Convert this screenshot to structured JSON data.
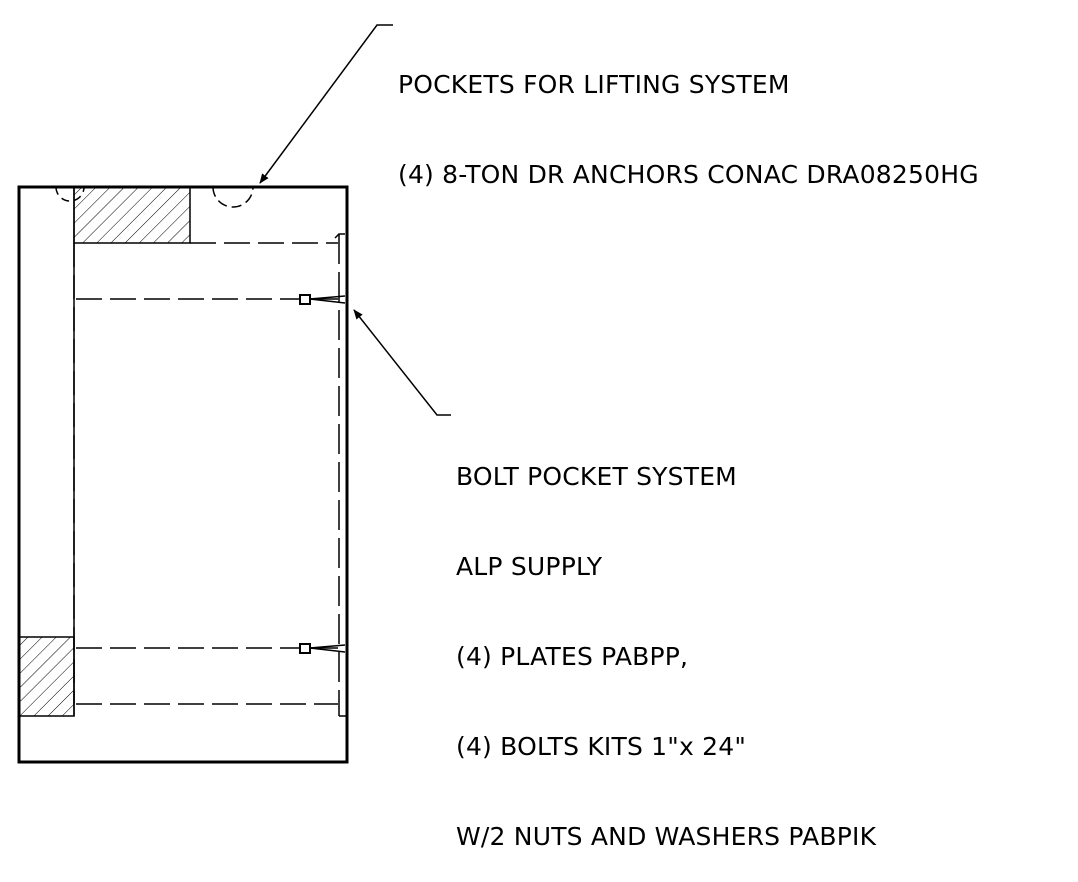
{
  "notes": {
    "lifting": {
      "lines": [
        "POCKETS FOR LIFTING SYSTEM",
        "(4) 8-TON DR ANCHORS CONAC DRA08250HG"
      ]
    },
    "bolt": {
      "lines": [
        "BOLT POCKET SYSTEM",
        "ALP SUPPLY",
        "(4) PLATES PABPP,",
        "(4) BOLTS KITS 1\"x 24\"",
        "W/2 NUTS AND WASHERS PABPIK"
      ]
    }
  },
  "colors": {
    "line": "#000000",
    "background": "#ffffff"
  }
}
